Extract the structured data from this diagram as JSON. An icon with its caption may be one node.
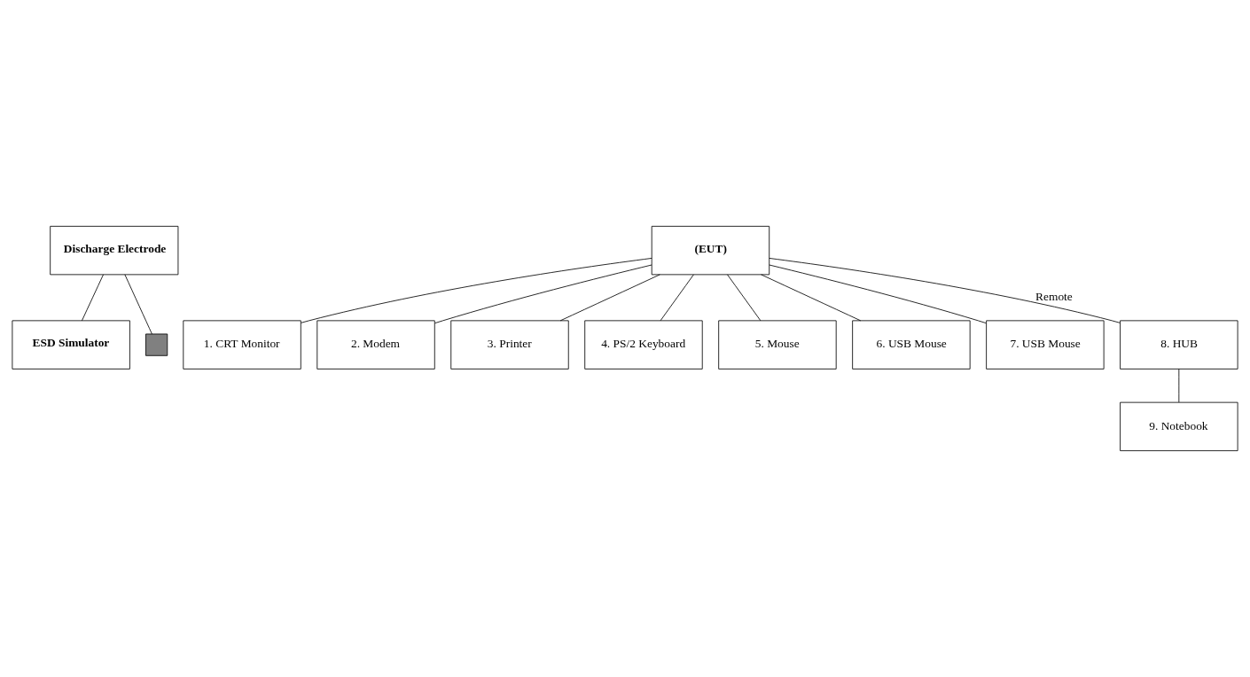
{
  "diagram": {
    "nodes": [
      {
        "text": [
          "Discharge Electrode"
        ]
      },
      {
        "text": [
          "ESD Simulator"
        ]
      },
      {
        "text": [],
        "shape": "box"
      },
      {
        "text": [
          "(EUT)"
        ]
      },
      {
        "text": [
          "1. CRT Monitor"
        ]
      },
      {
        "text": [
          "2. Modem"
        ]
      },
      {
        "text": [
          "3. Printer"
        ]
      },
      {
        "text": [
          "4. PS/2 Keyboard"
        ]
      },
      {
        "text": [
          "5. Mouse"
        ]
      },
      {
        "text": [
          "6. USB Mouse"
        ]
      },
      {
        "text": [
          "7. USB Mouse"
        ]
      },
      {
        "text": [
          "8. HUB"
        ]
      },
      {
        "text": [
          "9. Notebook"
        ]
      }
    ],
    "edges": [
      {
        "from": 0,
        "to": 2,
        "arrow": "none"
      },
      {
        "from": 0,
        "to": 1,
        "arrow": "none"
      },
      {
        "from": 3,
        "to": 4,
        "arrow": "none"
      },
      {
        "from": 3,
        "to": 5,
        "arrow": "none"
      },
      {
        "from": 3,
        "to": 6,
        "arrow": "none"
      },
      {
        "from": 3,
        "to": 7,
        "arrow": "none"
      },
      {
        "from": 3,
        "to": 8,
        "arrow": "none"
      },
      {
        "from": 3,
        "to": 9,
        "arrow": "none"
      },
      {
        "from": 3,
        "to": 10,
        "arrow": "none"
      },
      {
        "from": 3,
        "to": 11,
        "arrow": "none",
        "label": "Remote"
      },
      {
        "from": 11,
        "to": 12,
        "arrow": "none"
      }
    ]
  }
}
